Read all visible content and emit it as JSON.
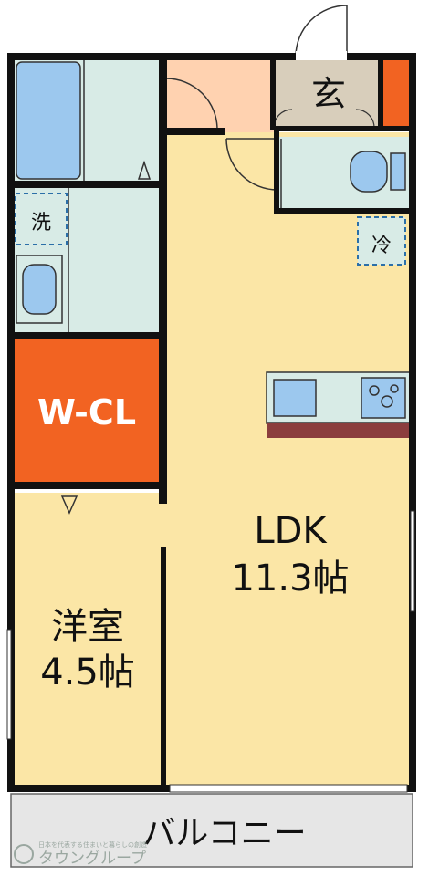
{
  "floorplan": {
    "rooms": {
      "entrance": {
        "label": "玄"
      },
      "washer": {
        "label": "洗"
      },
      "fridge": {
        "label": "冷"
      },
      "closet": {
        "label": "W-CL"
      },
      "ldk": {
        "name": "LDK",
        "size": "11.3帖"
      },
      "western_room": {
        "name": "洋室",
        "size": "4.5帖"
      },
      "balcony": {
        "label": "バルコニー"
      }
    },
    "logo": {
      "text": "タウングループ",
      "tagline": "日本を代表する住まいと暮らしの創造"
    },
    "colors": {
      "floor": "#fbe6a6",
      "wet_area": "#d8ebe6",
      "fixture_blue": "#9cc8ee",
      "closet": "#f26322",
      "entrance_floor": "#d8cebb",
      "hall_floor": "#ffd2b0",
      "shoebox": "#f26322",
      "counter": "#8b3e3e",
      "balcony": "#e6e6e6",
      "wall": "#111111"
    }
  }
}
